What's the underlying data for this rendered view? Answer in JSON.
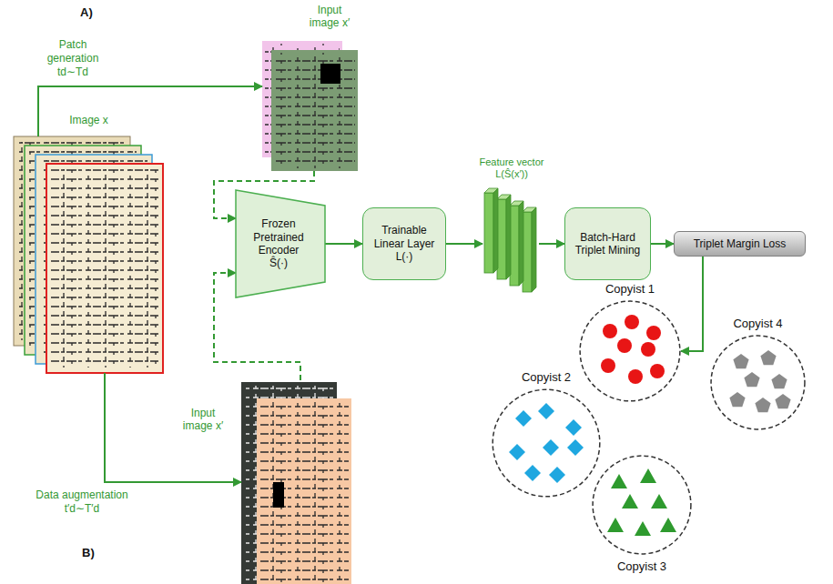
{
  "diagram": {
    "nodes": [
      {
        "text": [
          "Image x"
        ]
      },
      {
        "text": [
          "Input image x′"
        ]
      },
      {
        "text": [
          "Input image x′"
        ]
      },
      {
        "text": [
          "Frozen Pretrained Encoder Ŝ(·)"
        ]
      },
      {
        "text": [
          "Trainable Linear Layer L(·)"
        ]
      },
      {
        "text": [
          "Feature vector L(Ŝ(x′))"
        ]
      },
      {
        "text": [
          "Batch-Hard Triplet Mining"
        ]
      },
      {
        "text": [
          "Triplet Margin Loss"
        ]
      },
      {
        "text": [
          "Copyist 1"
        ]
      },
      {
        "text": [
          "Copyist 2"
        ]
      },
      {
        "text": [
          "Copyist 3"
        ]
      },
      {
        "text": [
          "Copyist 4"
        ]
      }
    ],
    "edges": [
      {
        "from": 0,
        "to": 1,
        "label": "Patch generation td∼Td",
        "arrow": "to"
      },
      {
        "from": 0,
        "to": 2,
        "label": "Data augmentation t′d∼T′d",
        "arrow": "to"
      },
      {
        "from": 1,
        "to": 3,
        "arrow": "to"
      },
      {
        "from": 2,
        "to": 3,
        "arrow": "to"
      },
      {
        "from": 3,
        "to": 4,
        "arrow": "to"
      },
      {
        "from": 4,
        "to": 5,
        "arrow": "to"
      },
      {
        "from": 5,
        "to": 6,
        "arrow": "to"
      },
      {
        "from": 6,
        "to": 7,
        "arrow": "to"
      },
      {
        "from": 7,
        "to": 8,
        "arrow": "to"
      }
    ],
    "labels": [
      "A)",
      "B)"
    ]
  }
}
